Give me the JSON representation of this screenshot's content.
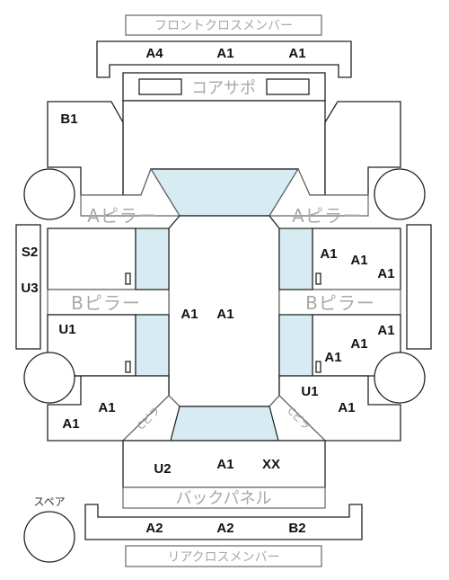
{
  "parts": {
    "front_cross_member": "フロントクロスメンバー",
    "core_support": "コアサポ",
    "a_pillar_left": "Aピラー",
    "a_pillar_right": "Aピラー",
    "b_pillar_left": "Bピラー",
    "b_pillar_right": "Bピラー",
    "back_panel": "バックパネル",
    "rear_cross_member": "リアクロスメンバー",
    "spare": "スペア",
    "c_pillar_left": "Cピラ",
    "c_pillar_right": "Cピラ"
  },
  "codes": {
    "front_member_left": "A4",
    "front_member_center": "A1",
    "front_member_right": "A1",
    "front_left_panel": "B1",
    "left_strip_upper": "S2",
    "left_strip_lower": "U3",
    "left_rear_door": "U1",
    "left_rear_lower_1": "A1",
    "left_rear_lower_2": "A1",
    "roof_left": "A1",
    "roof_right": "A1",
    "right_front_door_1": "A1",
    "right_front_door_2": "A1",
    "right_front_door_3": "A1",
    "right_rear_door_1": "A1",
    "right_rear_door_2": "A1",
    "right_rear_door_3": "A1",
    "right_quarter_u": "U1",
    "right_quarter_a": "A1",
    "trunk_left": "U2",
    "trunk_center": "A1",
    "trunk_right": "XX",
    "rear_member_left": "A2",
    "rear_member_center": "A2",
    "rear_member_right": "B2"
  }
}
